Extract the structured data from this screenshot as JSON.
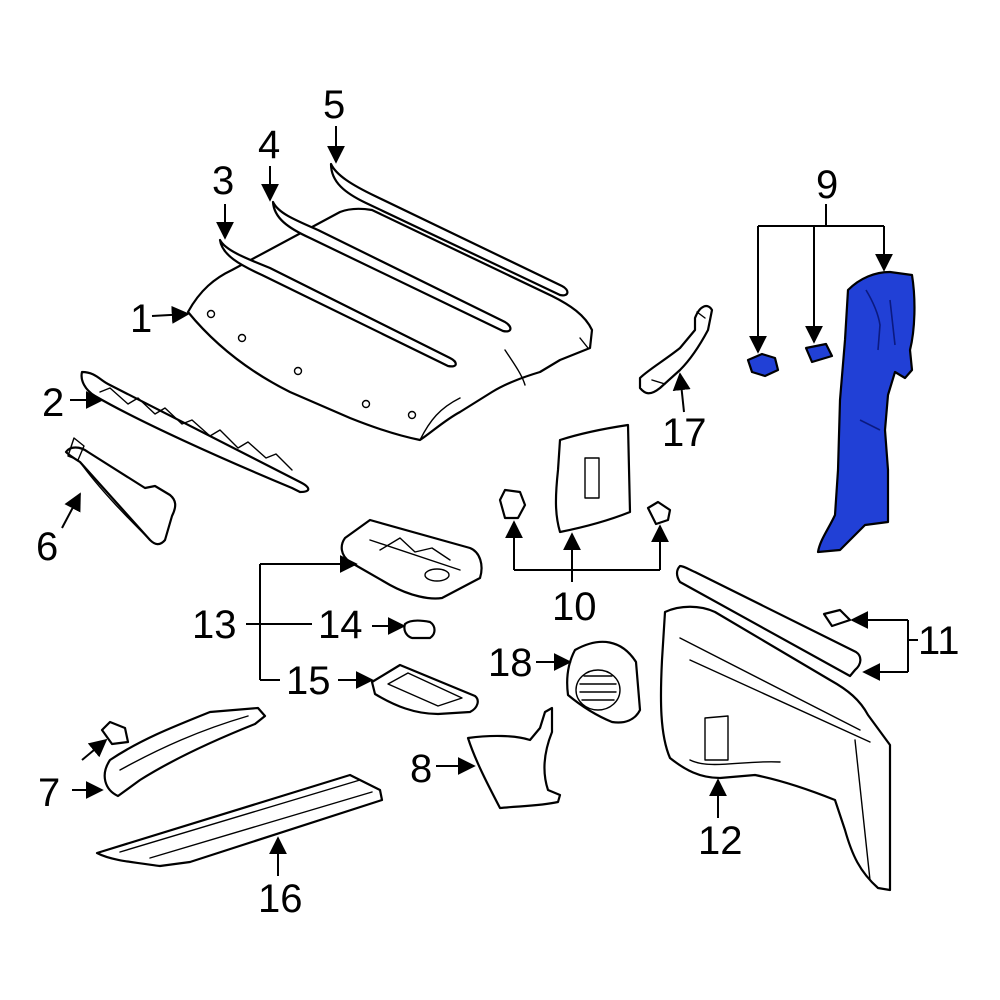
{
  "diagram": {
    "highlight_color": "#2140d6",
    "callouts": [
      {
        "id": "c1",
        "label": "1"
      },
      {
        "id": "c2",
        "label": "2"
      },
      {
        "id": "c3",
        "label": "3"
      },
      {
        "id": "c4",
        "label": "4"
      },
      {
        "id": "c5",
        "label": "5"
      },
      {
        "id": "c6",
        "label": "6"
      },
      {
        "id": "c7",
        "label": "7"
      },
      {
        "id": "c8",
        "label": "8"
      },
      {
        "id": "c9",
        "label": "9"
      },
      {
        "id": "c10",
        "label": "10"
      },
      {
        "id": "c11",
        "label": "11"
      },
      {
        "id": "c12",
        "label": "12"
      },
      {
        "id": "c13",
        "label": "13"
      },
      {
        "id": "c14",
        "label": "14"
      },
      {
        "id": "c15",
        "label": "15"
      },
      {
        "id": "c16",
        "label": "16"
      },
      {
        "id": "c17",
        "label": "17"
      },
      {
        "id": "c18",
        "label": "18"
      }
    ]
  }
}
